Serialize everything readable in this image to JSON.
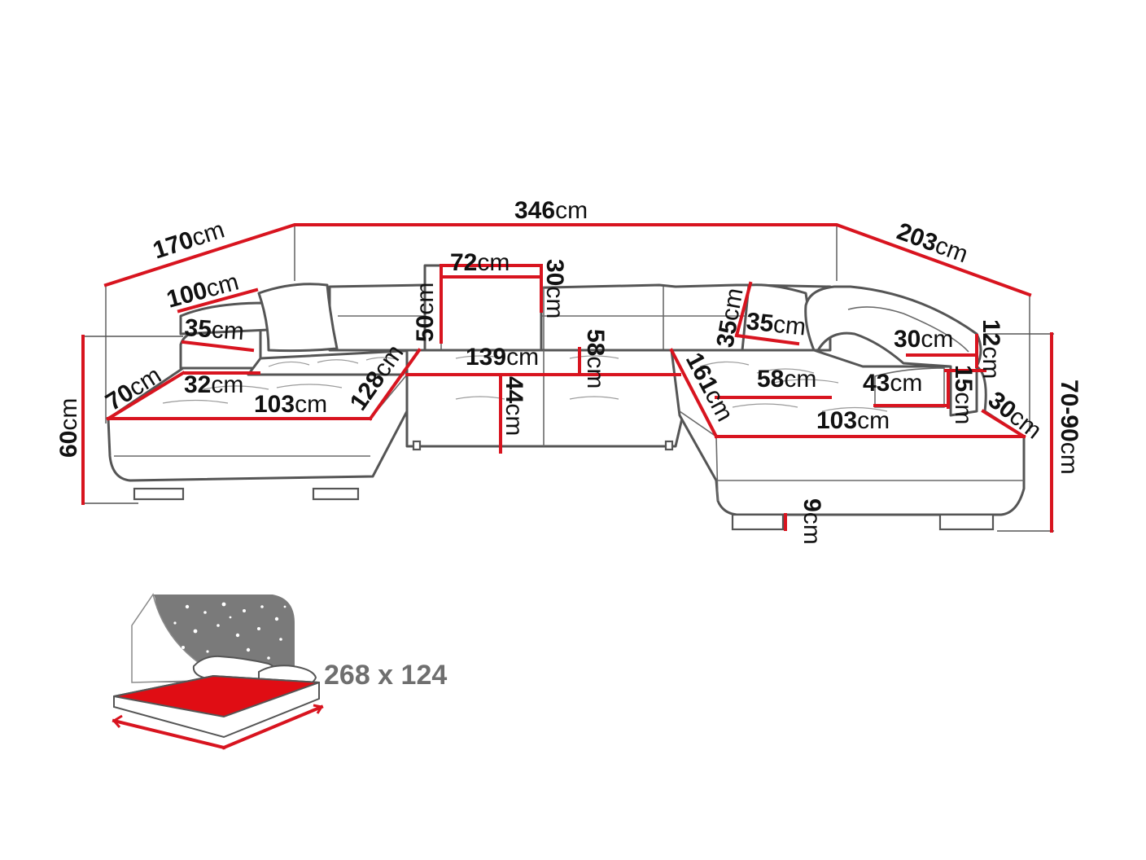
{
  "dimensions": {
    "total_width": {
      "num": "346",
      "unit": "cm"
    },
    "left_depth": {
      "num": "170",
      "unit": "cm"
    },
    "right_depth": {
      "num": "203",
      "unit": "cm"
    },
    "left_armrest_length": {
      "num": "100",
      "unit": "cm"
    },
    "left_armrest_height": {
      "num": "35",
      "unit": "cm"
    },
    "left_arm_width": {
      "num": "70",
      "unit": "cm"
    },
    "left_arm_seat": {
      "num": "32",
      "unit": "cm"
    },
    "left_seat_width": {
      "num": "103",
      "unit": "cm"
    },
    "left_seat_length": {
      "num": "128",
      "unit": "cm"
    },
    "overall_height": {
      "num": "60",
      "unit": "cm"
    },
    "headrest_width": {
      "num": "72",
      "unit": "cm"
    },
    "headrest_height": {
      "num": "30",
      "unit": "cm"
    },
    "back_height": {
      "num": "50",
      "unit": "cm"
    },
    "middle_seat_width": {
      "num": "139",
      "unit": "cm"
    },
    "middle_seat_depth": {
      "num": "58",
      "unit": "cm"
    },
    "seat_height": {
      "num": "44",
      "unit": "cm"
    },
    "right_back_height": {
      "num": "35",
      "unit": "cm"
    },
    "right_back_width": {
      "num": "35",
      "unit": "cm"
    },
    "right_seat_length": {
      "num": "161",
      "unit": "cm"
    },
    "right_seat_depth": {
      "num": "58",
      "unit": "cm"
    },
    "right_armrest_top": {
      "num": "30",
      "unit": "cm"
    },
    "right_armrest_height": {
      "num": "12",
      "unit": "cm"
    },
    "right_armrest_depth": {
      "num": "43",
      "unit": "cm"
    },
    "right_armrest_side": {
      "num": "15",
      "unit": "cm"
    },
    "right_seat_width": {
      "num": "103",
      "unit": "cm"
    },
    "right_arm_width": {
      "num": "30",
      "unit": "cm"
    },
    "right_total_height": {
      "num": "70-90",
      "unit": "cm"
    },
    "leg_height": {
      "num": "9",
      "unit": "cm"
    }
  },
  "bed": {
    "size_label": "268 x 124"
  },
  "colors": {
    "dimension_line": "#d8141f",
    "outline": "#555555",
    "bed_surface": "#e00d14",
    "night_sky": "#7a7a7a"
  }
}
